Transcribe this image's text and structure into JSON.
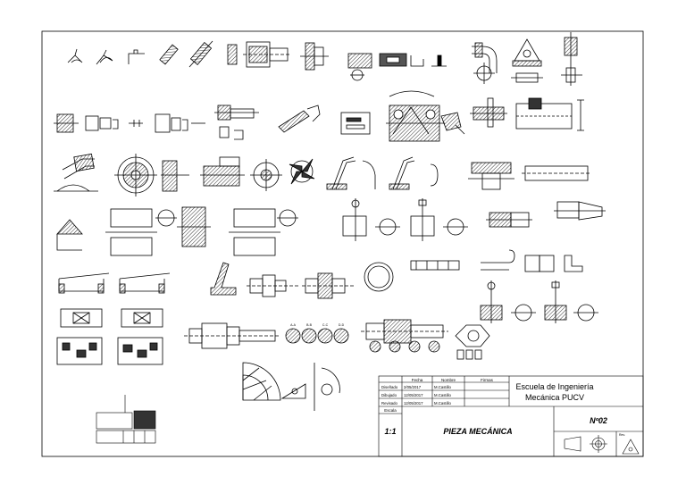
{
  "title_block": {
    "headers": {
      "fecha": "Fecha",
      "nombre": "Nombre",
      "firmas": "Firmas"
    },
    "rows": [
      {
        "label": "Diseñado",
        "date": "2/05/2017",
        "name": "M.Castillo"
      },
      {
        "label": "Dibujado",
        "date": "12/05/2017",
        "name": "M.Castillo"
      },
      {
        "label": "Revisado",
        "date": "12/05/2017",
        "name": "M.Castillo"
      }
    ],
    "school_line1": "Escuela de Ingeniería",
    "school_line2": "Mecánica PUCV",
    "scale_label": "Escala",
    "scale_value": "1:1",
    "part_name": "PIEZA MECÁNICA",
    "sheet_number": "Nº02",
    "rev_label": "Rev."
  },
  "section_labels": [
    "A-A",
    "B-B",
    "C-C",
    "D-D"
  ],
  "colors": {
    "line": "#000000",
    "hatch": "#555555",
    "background": "#ffffff"
  }
}
